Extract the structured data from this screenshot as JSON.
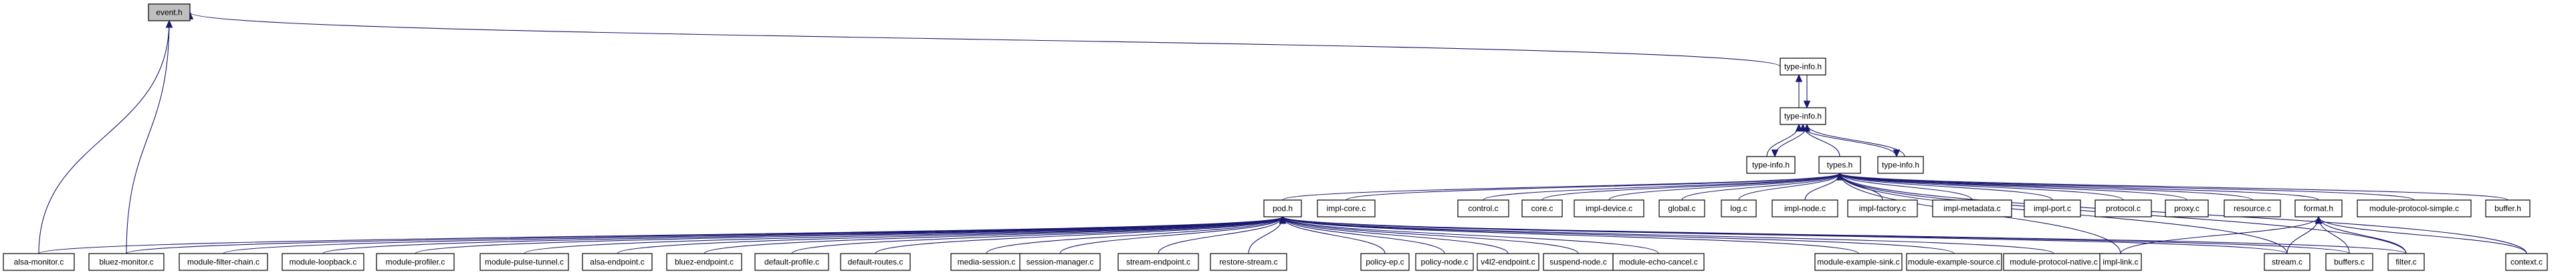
{
  "diagram": {
    "type": "include-dependency-graph",
    "colors": {
      "edge": "#191970",
      "root_fill": "#bfbfbf",
      "node_fill": "#ffffff",
      "border": "#000000"
    },
    "nodes": [
      {
        "id": "event_h",
        "label": "event.h",
        "root": true
      },
      {
        "id": "ti_top",
        "label": "type-info.h"
      },
      {
        "id": "ti_mid",
        "label": "type-info.h"
      },
      {
        "id": "ti_left",
        "label": "type-info.h"
      },
      {
        "id": "types_h",
        "label": "types.h"
      },
      {
        "id": "ti_right",
        "label": "type-info.h"
      },
      {
        "id": "pod_h",
        "label": "pod.h"
      },
      {
        "id": "impl_core",
        "label": "impl-core.c"
      },
      {
        "id": "control",
        "label": "control.c"
      },
      {
        "id": "core",
        "label": "core.c"
      },
      {
        "id": "impl_device",
        "label": "impl-device.c"
      },
      {
        "id": "global",
        "label": "global.c"
      },
      {
        "id": "log",
        "label": "log.c"
      },
      {
        "id": "impl_node",
        "label": "impl-node.c"
      },
      {
        "id": "impl_factory",
        "label": "impl-factory.c"
      },
      {
        "id": "impl_metadata",
        "label": "impl-metadata.c"
      },
      {
        "id": "impl_port",
        "label": "impl-port.c"
      },
      {
        "id": "protocol",
        "label": "protocol.c"
      },
      {
        "id": "proxy",
        "label": "proxy.c"
      },
      {
        "id": "resource",
        "label": "resource.c"
      },
      {
        "id": "format_h",
        "label": "format.h"
      },
      {
        "id": "mod_proto_simple",
        "label": "module-protocol-simple.c"
      },
      {
        "id": "buffer_h",
        "label": "buffer.h"
      },
      {
        "id": "alsa_monitor",
        "label": "alsa-monitor.c"
      },
      {
        "id": "bluez_monitor",
        "label": "bluez-monitor.c"
      },
      {
        "id": "mod_filter_chain",
        "label": "module-filter-chain.c"
      },
      {
        "id": "mod_loopback",
        "label": "module-loopback.c"
      },
      {
        "id": "mod_profiler",
        "label": "module-profiler.c"
      },
      {
        "id": "mod_pulse_tunnel",
        "label": "module-pulse-tunnel.c"
      },
      {
        "id": "alsa_endpoint",
        "label": "alsa-endpoint.c"
      },
      {
        "id": "bluez_endpoint",
        "label": "bluez-endpoint.c"
      },
      {
        "id": "default_profile",
        "label": "default-profile.c"
      },
      {
        "id": "default_routes",
        "label": "default-routes.c"
      },
      {
        "id": "media_session",
        "label": "media-session.c"
      },
      {
        "id": "session_manager",
        "label": "session-manager.c"
      },
      {
        "id": "stream_endpoint",
        "label": "stream-endpoint.c"
      },
      {
        "id": "restore_stream",
        "label": "restore-stream.c"
      },
      {
        "id": "policy_ep",
        "label": "policy-ep.c"
      },
      {
        "id": "policy_node",
        "label": "policy-node.c"
      },
      {
        "id": "v4l2_endpoint",
        "label": "v4l2-endpoint.c"
      },
      {
        "id": "suspend_node",
        "label": "suspend-node.c"
      },
      {
        "id": "mod_echo_cancel",
        "label": "module-echo-cancel.c"
      },
      {
        "id": "mod_example_sink",
        "label": "module-example-sink.c"
      },
      {
        "id": "mod_example_source",
        "label": "module-example-source.c"
      },
      {
        "id": "mod_proto_native",
        "label": "module-protocol-native.c"
      },
      {
        "id": "impl_link",
        "label": "impl-link.c"
      },
      {
        "id": "stream",
        "label": "stream.c"
      },
      {
        "id": "buffers",
        "label": "buffers.c"
      },
      {
        "id": "filter",
        "label": "filter.c"
      },
      {
        "id": "context",
        "label": "context.c"
      }
    ],
    "edges": [
      [
        "ti_top",
        "event_h"
      ],
      [
        "alsa_monitor",
        "event_h"
      ],
      [
        "bluez_monitor",
        "event_h"
      ],
      [
        "ti_mid",
        "ti_top"
      ],
      [
        "ti_top",
        "ti_mid"
      ],
      [
        "ti_left",
        "ti_mid"
      ],
      [
        "ti_mid",
        "ti_left"
      ],
      [
        "types_h",
        "ti_mid"
      ],
      [
        "ti_right",
        "ti_mid"
      ],
      [
        "ti_mid",
        "ti_right"
      ],
      [
        "pod_h",
        "types_h"
      ],
      [
        "impl_core",
        "types_h"
      ],
      [
        "control",
        "types_h"
      ],
      [
        "core",
        "types_h"
      ],
      [
        "impl_device",
        "types_h"
      ],
      [
        "global",
        "types_h"
      ],
      [
        "log",
        "types_h"
      ],
      [
        "impl_node",
        "types_h"
      ],
      [
        "impl_factory",
        "types_h"
      ],
      [
        "impl_metadata",
        "types_h"
      ],
      [
        "impl_port",
        "types_h"
      ],
      [
        "protocol",
        "types_h"
      ],
      [
        "proxy",
        "types_h"
      ],
      [
        "resource",
        "types_h"
      ],
      [
        "format_h",
        "types_h"
      ],
      [
        "mod_proto_simple",
        "types_h"
      ],
      [
        "buffer_h",
        "types_h"
      ],
      [
        "filter",
        "types_h"
      ],
      [
        "context",
        "types_h"
      ],
      [
        "stream",
        "types_h"
      ],
      [
        "impl_link",
        "types_h"
      ],
      [
        "alsa_monitor",
        "pod_h"
      ],
      [
        "bluez_monitor",
        "pod_h"
      ],
      [
        "mod_filter_chain",
        "pod_h"
      ],
      [
        "mod_loopback",
        "pod_h"
      ],
      [
        "mod_profiler",
        "pod_h"
      ],
      [
        "mod_pulse_tunnel",
        "pod_h"
      ],
      [
        "alsa_endpoint",
        "pod_h"
      ],
      [
        "bluez_endpoint",
        "pod_h"
      ],
      [
        "default_profile",
        "pod_h"
      ],
      [
        "default_routes",
        "pod_h"
      ],
      [
        "media_session",
        "pod_h"
      ],
      [
        "session_manager",
        "pod_h"
      ],
      [
        "stream_endpoint",
        "pod_h"
      ],
      [
        "restore_stream",
        "pod_h"
      ],
      [
        "policy_ep",
        "pod_h"
      ],
      [
        "policy_node",
        "pod_h"
      ],
      [
        "v4l2_endpoint",
        "pod_h"
      ],
      [
        "suspend_node",
        "pod_h"
      ],
      [
        "mod_echo_cancel",
        "pod_h"
      ],
      [
        "mod_example_sink",
        "pod_h"
      ],
      [
        "mod_example_source",
        "pod_h"
      ],
      [
        "mod_proto_native",
        "pod_h"
      ],
      [
        "stream",
        "pod_h"
      ],
      [
        "buffers",
        "pod_h"
      ],
      [
        "filter",
        "pod_h"
      ],
      [
        "impl_link",
        "format_h"
      ],
      [
        "stream",
        "format_h"
      ],
      [
        "buffers",
        "format_h"
      ],
      [
        "filter",
        "format_h"
      ],
      [
        "context",
        "format_h"
      ]
    ]
  }
}
